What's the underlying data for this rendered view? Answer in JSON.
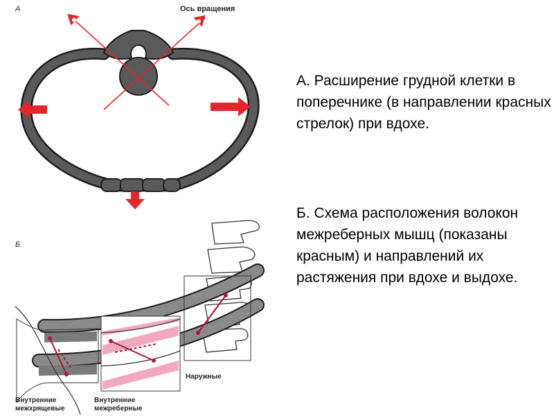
{
  "panel_a": {
    "letter": "А",
    "axis_label": "Ось вращения"
  },
  "panel_b": {
    "letter": "Б",
    "labels": {
      "outer": "Наружные",
      "internal_intercartilage_line1": "Внутренние",
      "internal_intercartilage_line2": "межхрящевые",
      "internal_intercostal_line1": "Внутренние",
      "internal_intercostal_line2": "межреберные"
    }
  },
  "captions": {
    "a": "А. Расширение грудной клетки в поперечнике (в направлении красных стрелок) при вдохе.",
    "b": "Б. Схема расположения волокон межреберных мышц (показаны красным) и направлений их растяжения при вдохе и выдохе."
  },
  "colors": {
    "rib": "#5a5a5a",
    "rib_outline": "#1e1e1e",
    "arrow": "#e4252e",
    "muscle": "#f2a9bf",
    "line": "#333333"
  }
}
